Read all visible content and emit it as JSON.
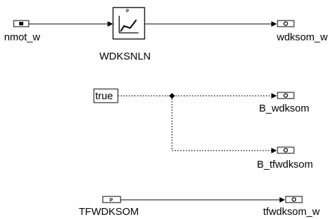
{
  "inputs": {
    "nmot": {
      "label": "nmot_w",
      "port_glyph": "import-arrow-icon"
    },
    "true_const": {
      "label": "true"
    },
    "tfwdksom": {
      "label": "TFWDKSOM",
      "port_glyph": "parameter-p-icon"
    }
  },
  "block": {
    "name": "WDKSNLN",
    "icon": "characteristic-curve-icon",
    "marker": "P"
  },
  "outputs": {
    "wdksom": {
      "label": "wdksom_w",
      "port_glyph": "export-circle-icon"
    },
    "b_wdksom": {
      "label": "B_wdksom",
      "port_glyph": "export-circle-icon"
    },
    "b_tfwdksom": {
      "label": "B_tfwdksom",
      "port_glyph": "export-circle-icon"
    },
    "tfwdksom_out": {
      "label": "tfwdksom_w",
      "port_glyph": "export-circle-icon"
    }
  }
}
